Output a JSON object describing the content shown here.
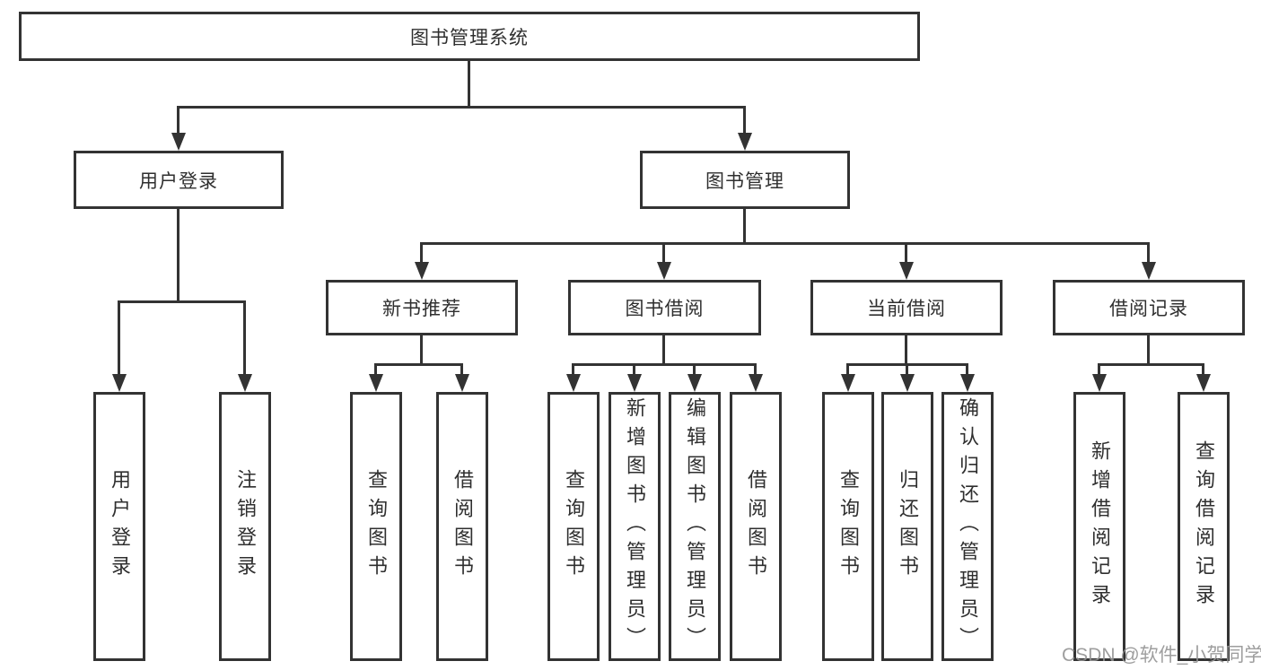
{
  "tree": {
    "root": "图书管理系统",
    "branches": [
      {
        "label": "用户登录",
        "children": [
          "用户登录",
          "注销登录"
        ]
      },
      {
        "label": "图书管理",
        "groups": [
          {
            "label": "新书推荐",
            "children": [
              "查询图书",
              "借阅图书"
            ]
          },
          {
            "label": "图书借阅",
            "children": [
              "查询图书",
              "新增图书（管理员）",
              "编辑图书（管理员）",
              "借阅图书"
            ]
          },
          {
            "label": "当前借阅",
            "children": [
              "查询图书",
              "归还图书",
              "确认归还（管理员）"
            ]
          },
          {
            "label": "借阅记录",
            "children": [
              "新增借阅记录",
              "查询借阅记录"
            ]
          }
        ]
      }
    ]
  },
  "watermark": "CSDN @软件_小贺同学",
  "colors": {
    "line": "#333333",
    "text": "#2f2f2f",
    "box_background": "#ffffff",
    "watermark": "#949494"
  }
}
